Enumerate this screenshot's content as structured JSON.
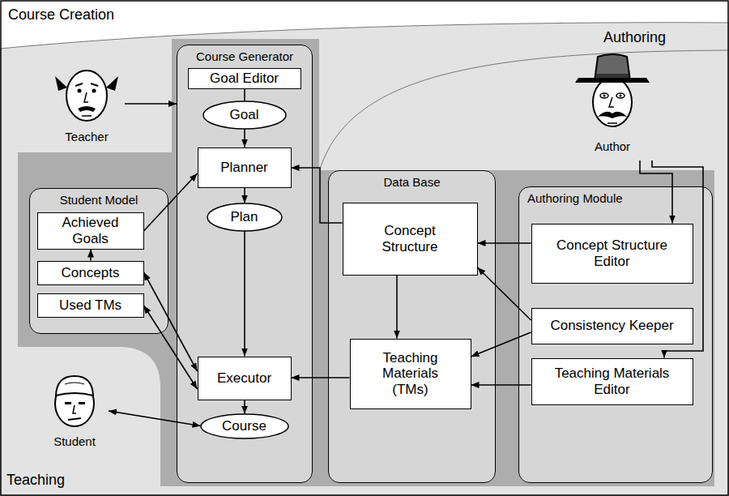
{
  "diagram": {
    "nodes": [
      {
        "text": [
          "Teacher"
        ]
      },
      {
        "text": [
          "Author"
        ]
      },
      {
        "text": [
          "Student Model"
        ]
      },
      {
        "text": [
          "Achieved Goals"
        ],
        "in": 2
      },
      {
        "text": [
          "Concepts"
        ],
        "in": 2
      },
      {
        "text": [
          "Used TMs"
        ],
        "in": 2
      },
      {
        "text": [
          "Course Generator"
        ]
      },
      {
        "text": [
          "Goal Editor"
        ],
        "in": 6
      },
      {
        "text": [
          "Goal"
        ],
        "in": 6
      },
      {
        "text": [
          "Planner"
        ],
        "in": 6
      },
      {
        "text": [
          "Plan"
        ],
        "in": 6
      },
      {
        "text": [
          "Executor"
        ],
        "in": 6
      },
      {
        "text": [
          "Course"
        ],
        "in": 6
      },
      {
        "text": [
          "Data Base"
        ]
      },
      {
        "text": [
          "Concept Structure"
        ],
        "in": 13
      },
      {
        "text": [
          "Teaching Materials (TMs)"
        ],
        "in": 13
      },
      {
        "text": [
          "Authoring Module"
        ]
      },
      {
        "text": [
          "Concept Structure Editor"
        ],
        "in": 16
      },
      {
        "text": [
          "Consistency Keeper"
        ],
        "in": 16
      },
      {
        "text": [
          "Teaching Materials Editor"
        ],
        "in": 16
      },
      {
        "text": [
          "Student"
        ]
      }
    ],
    "edges": [
      {
        "from": 0,
        "to": 6,
        "arrow": "to"
      },
      {
        "from": 7,
        "to": 8,
        "arrow": "none"
      },
      {
        "from": 8,
        "to": 9,
        "arrow": "to"
      },
      {
        "from": 9,
        "to": 10,
        "arrow": "to"
      },
      {
        "from": 10,
        "to": 11,
        "arrow": "to"
      },
      {
        "from": 11,
        "to": 12,
        "arrow": "to"
      },
      {
        "from": 3,
        "to": 9,
        "arrow": "to"
      },
      {
        "from": 4,
        "to": 3,
        "arrow": "to"
      },
      {
        "from": 4,
        "to": 11,
        "arrow": "both"
      },
      {
        "from": 5,
        "to": 11,
        "arrow": "both"
      },
      {
        "from": 14,
        "to": 9,
        "arrow": "to"
      },
      {
        "from": 14,
        "to": 15,
        "arrow": "to"
      },
      {
        "from": 15,
        "to": 11,
        "arrow": "to"
      },
      {
        "from": 17,
        "to": 14,
        "arrow": "to"
      },
      {
        "from": 18,
        "to": 14,
        "arrow": "to"
      },
      {
        "from": 18,
        "to": 15,
        "arrow": "to"
      },
      {
        "from": 19,
        "to": 15,
        "arrow": "to"
      },
      {
        "from": 1,
        "to": 17,
        "arrow": "to"
      },
      {
        "from": 1,
        "to": 19,
        "arrow": "to"
      },
      {
        "from": 20,
        "to": 12,
        "arrow": "both"
      }
    ],
    "labels": [
      "Course Creation",
      "Authoring",
      "Teaching"
    ]
  }
}
